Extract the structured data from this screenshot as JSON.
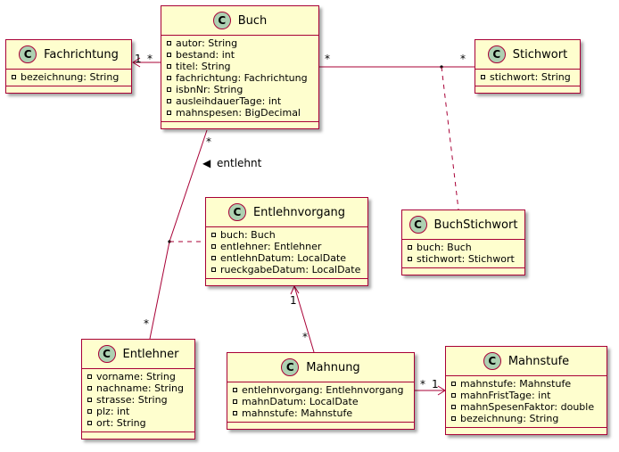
{
  "classes": {
    "buch": {
      "name": "Buch",
      "icon": "C",
      "attributes": [
        "autor: String",
        "bestand: int",
        "titel: String",
        "fachrichtung: Fachrichtung",
        "isbnNr: String",
        "ausleihdauerTage: int",
        "mahnspesen: BigDecimal"
      ]
    },
    "fachrichtung": {
      "name": "Fachrichtung",
      "icon": "C",
      "attributes": [
        "bezeichnung: String"
      ]
    },
    "stichwort": {
      "name": "Stichwort",
      "icon": "C",
      "attributes": [
        "stichwort: String"
      ]
    },
    "entlehnvorgang": {
      "name": "Entlehnvorgang",
      "icon": "C",
      "attributes": [
        "buch: Buch",
        "entlehner: Entlehner",
        "entlehnDatum: LocalDate",
        "rueckgabeDatum: LocalDate"
      ]
    },
    "buchstichwort": {
      "name": "BuchStichwort",
      "icon": "C",
      "attributes": [
        "buch: Buch",
        "stichwort: Stichwort"
      ]
    },
    "entlehner": {
      "name": "Entlehner",
      "icon": "C",
      "attributes": [
        "vorname: String",
        "nachname: String",
        "strasse: String",
        "plz: int",
        "ort: String"
      ]
    },
    "mahnung": {
      "name": "Mahnung",
      "icon": "C",
      "attributes": [
        "entlehnvorgang: Entlehnvorgang",
        "mahnDatum: LocalDate",
        "mahnstufe: Mahnstufe"
      ]
    },
    "mahnstufe": {
      "name": "Mahnstufe",
      "icon": "C",
      "attributes": [
        "mahnstufe: Mahnstufe",
        "mahnFristTage: int",
        "mahnSpesenFaktor: double",
        "bezeichnung: String"
      ]
    }
  },
  "relations": {
    "buch_fachrichtung": {
      "mult_target": "1",
      "mult_source": "*"
    },
    "buch_stichwort": {
      "mult_source": "*",
      "mult_target": "*"
    },
    "buch_entlehner": {
      "mult_source": "*",
      "mult_target": "*",
      "label": "entlehnt",
      "direction_glyph": "◀"
    },
    "entlehnvorgang_mahnung": {
      "mult_target": "1",
      "mult_source": "*"
    },
    "mahnung_mahnstufe": {
      "mult_source": "*",
      "mult_target": "1"
    }
  },
  "colors": {
    "class_fill": "#fefece",
    "border": "#a80036",
    "circle_fill": "#add1b2",
    "background": "#ffffff"
  }
}
